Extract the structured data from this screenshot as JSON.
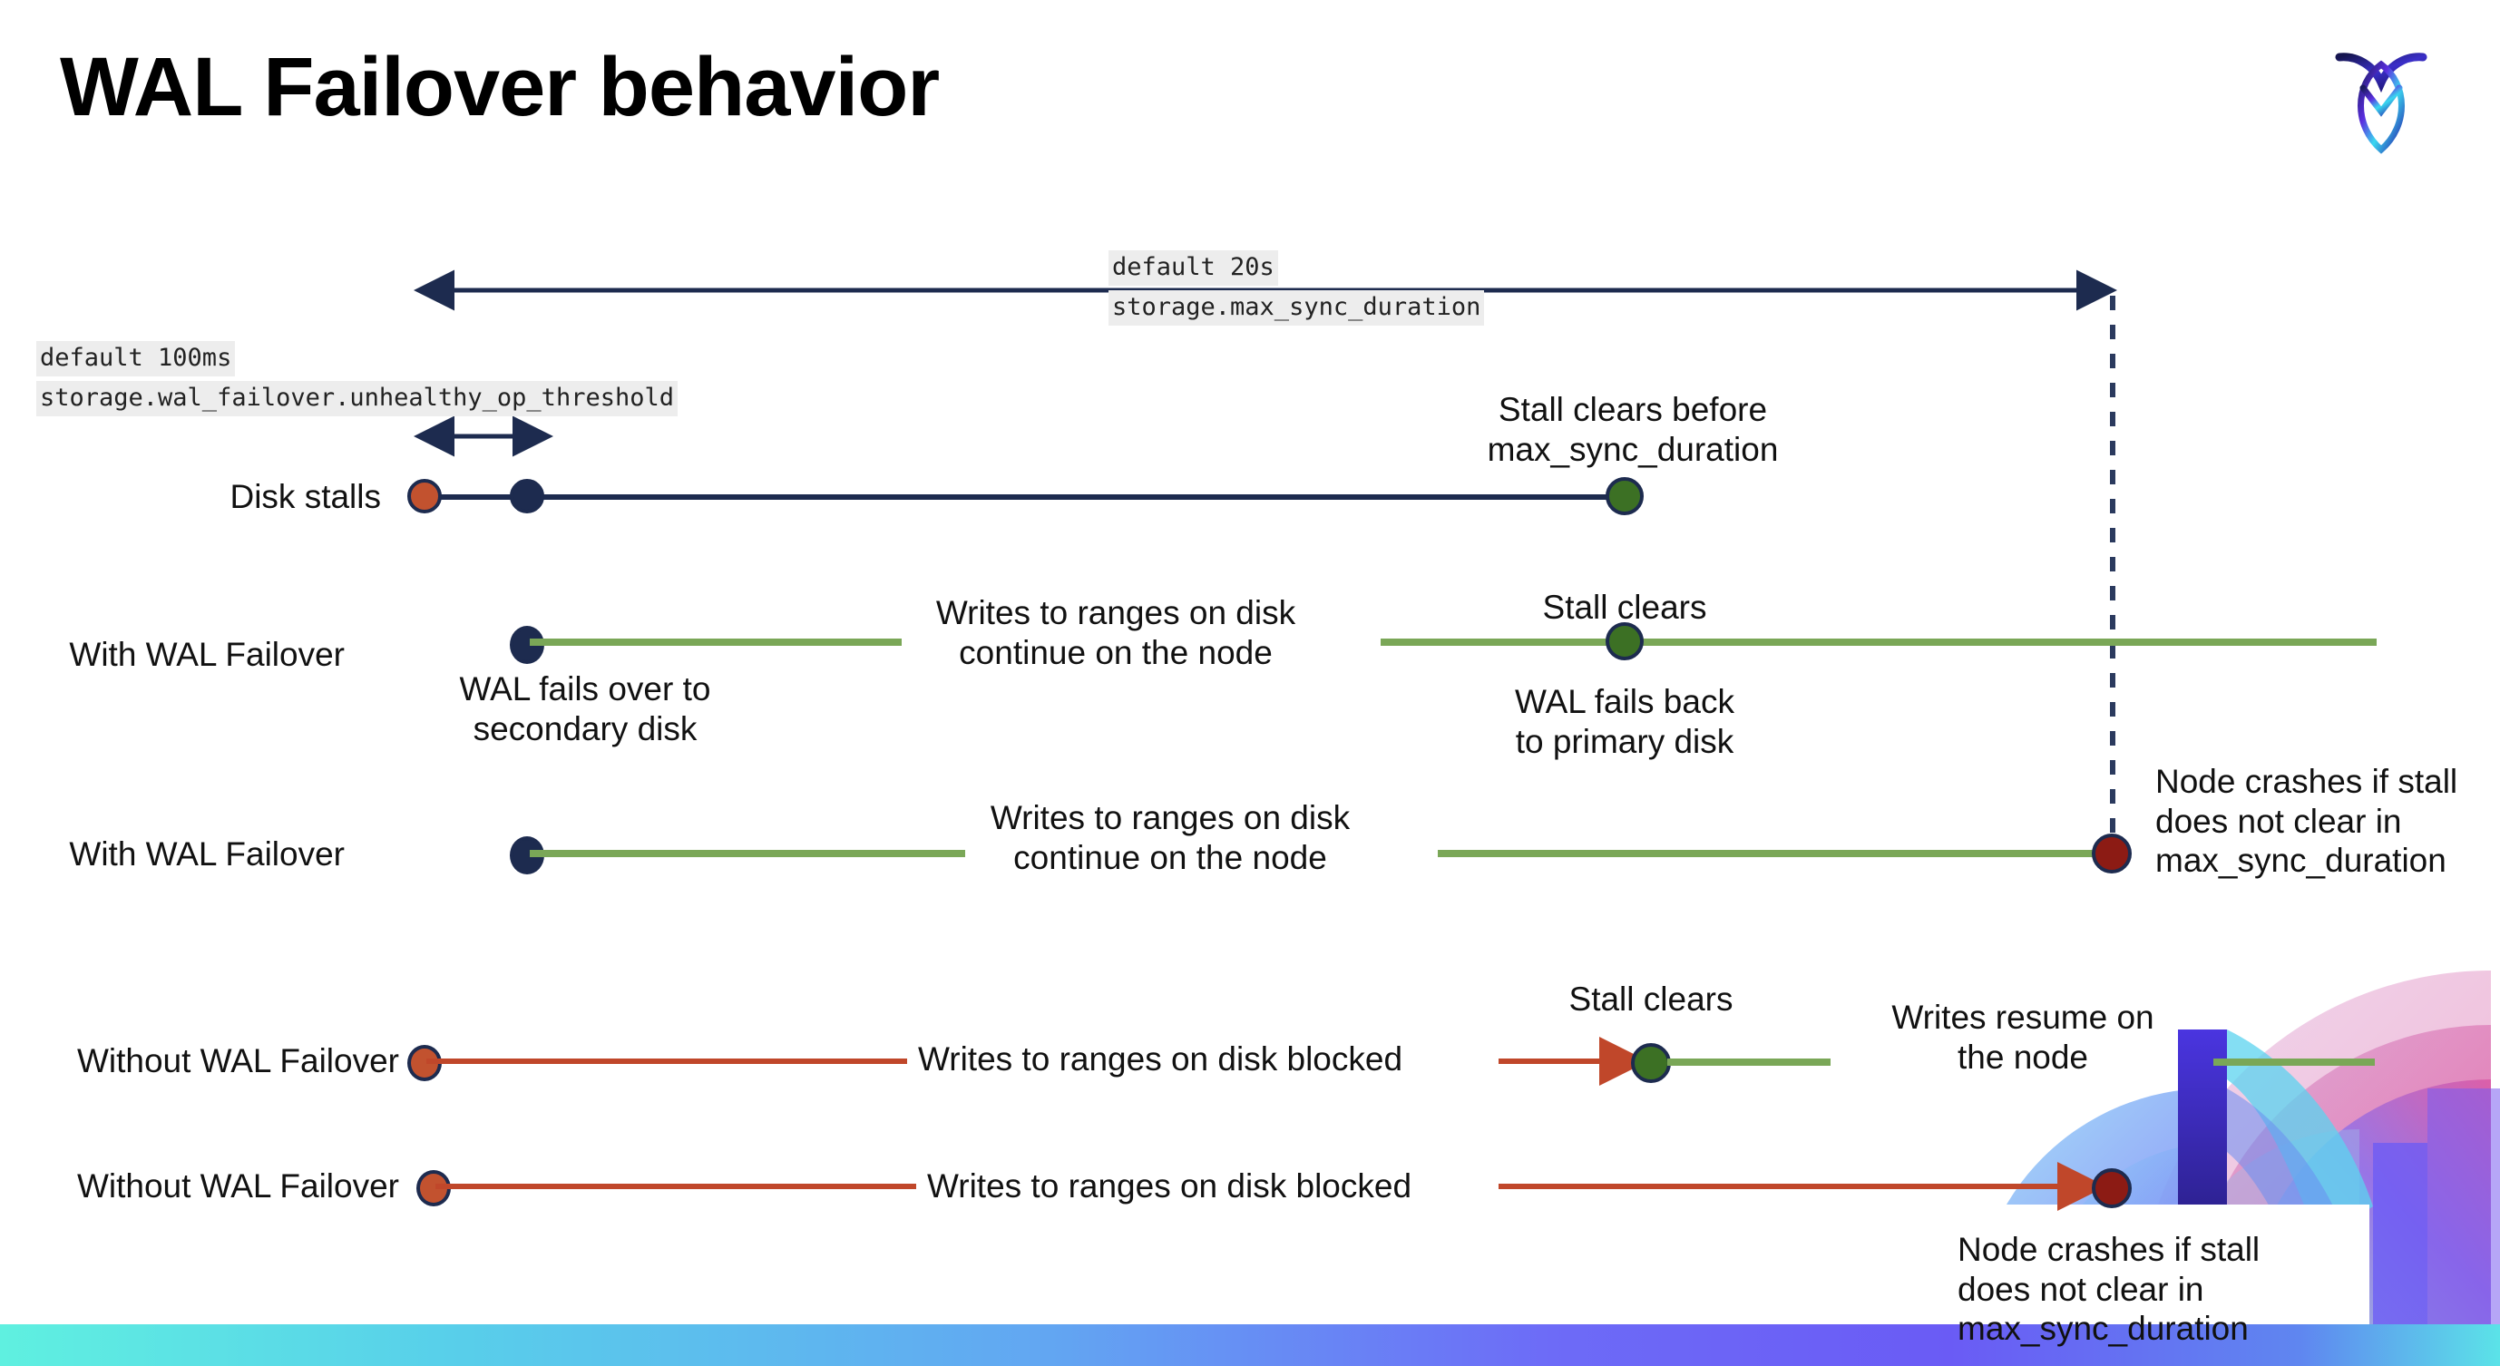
{
  "slide": {
    "title": "WAL Failover behavior",
    "logo_name": "cockroachdb-logo"
  },
  "scales": {
    "max_sync": {
      "default_label": "default 20s",
      "setting_label": "storage.max_sync_duration"
    },
    "unhealthy_op": {
      "default_label": "default 100ms",
      "setting_label": "storage.wal_failover.unhealthy_op_threshold"
    }
  },
  "rows": [
    {
      "label": "Disk stalls",
      "annotations": [
        "Stall clears before\nmax_sync_duration"
      ]
    },
    {
      "label": "With WAL Failover",
      "annotations": [
        "WAL fails over to\nsecondary disk",
        "Writes to ranges on disk\ncontinue on the node",
        "Stall clears",
        "WAL fails  back\nto primary disk"
      ]
    },
    {
      "label": "With WAL Failover",
      "annotations": [
        "Writes to ranges on disk\ncontinue on the node",
        "Node crashes if stall\ndoes not clear in\nmax_sync_duration"
      ]
    },
    {
      "label": "Without WAL Failover",
      "annotations": [
        "Writes to ranges on disk  blocked",
        "Stall clears",
        "Writes resume on\nthe node"
      ]
    },
    {
      "label": "Without WAL Failover",
      "annotations": [
        "Writes to ranges on disk  blocked",
        "Node crashes if stall\ndoes not clear in\nmax_sync_duration"
      ]
    }
  ],
  "colors": {
    "navy": "#1d2b4f",
    "green_line": "#7aa757",
    "green_dot": "#3c7024",
    "orange": "#c2522f",
    "red_line": "#c0472a",
    "dark_red": "#8c1b14",
    "chip_bg": "#ededed"
  }
}
